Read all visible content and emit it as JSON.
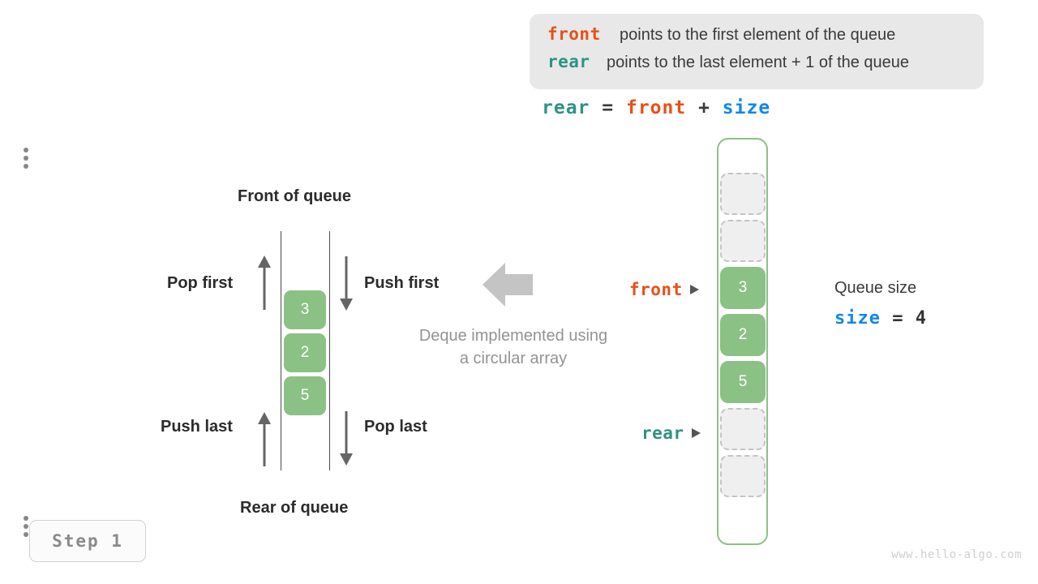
{
  "legend": {
    "rows": [
      {
        "keyword": "front",
        "color": "#ea4f17",
        "text": "points to the first element of the queue"
      },
      {
        "keyword": "rear",
        "color": "#2f9284",
        "text": "points to the last element + 1 of the queue"
      }
    ]
  },
  "formula": {
    "lhs": "rear",
    "eq": "=",
    "rhs1": "front",
    "plus": "+",
    "rhs2": "size"
  },
  "deque": {
    "front_label": "Front of queue",
    "rear_label": "Rear of queue",
    "ops": {
      "pop_first": "Pop first",
      "push_first": "Push first",
      "push_last": "Push last",
      "pop_last": "Pop last"
    },
    "cells": [
      "3",
      "2",
      "5"
    ],
    "note_line1": "Deque implemented using",
    "note_line2": "a circular array"
  },
  "array": {
    "slots": [
      {
        "value": "",
        "filled": false
      },
      {
        "value": "",
        "filled": false
      },
      {
        "value": "3",
        "filled": true
      },
      {
        "value": "2",
        "filled": true
      },
      {
        "value": "5",
        "filled": true
      },
      {
        "value": "",
        "filled": false
      },
      {
        "value": "",
        "filled": false
      }
    ],
    "pointers": {
      "front": "front",
      "rear": "rear"
    }
  },
  "queue_size": {
    "title": "Queue size",
    "var": "size",
    "eq": "=",
    "value": "4"
  },
  "step": {
    "label": "Step 1"
  },
  "watermark": {
    "text": "www.hello-algo.com"
  },
  "colors": {
    "front": "#ea4f17",
    "rear": "#2f9284",
    "size": "#1288e8",
    "cell_green": "#8cc185",
    "empty_gray": "#efefef",
    "legend_bg": "#e8e8e8",
    "arrow_gray": "#c4c4c4"
  }
}
